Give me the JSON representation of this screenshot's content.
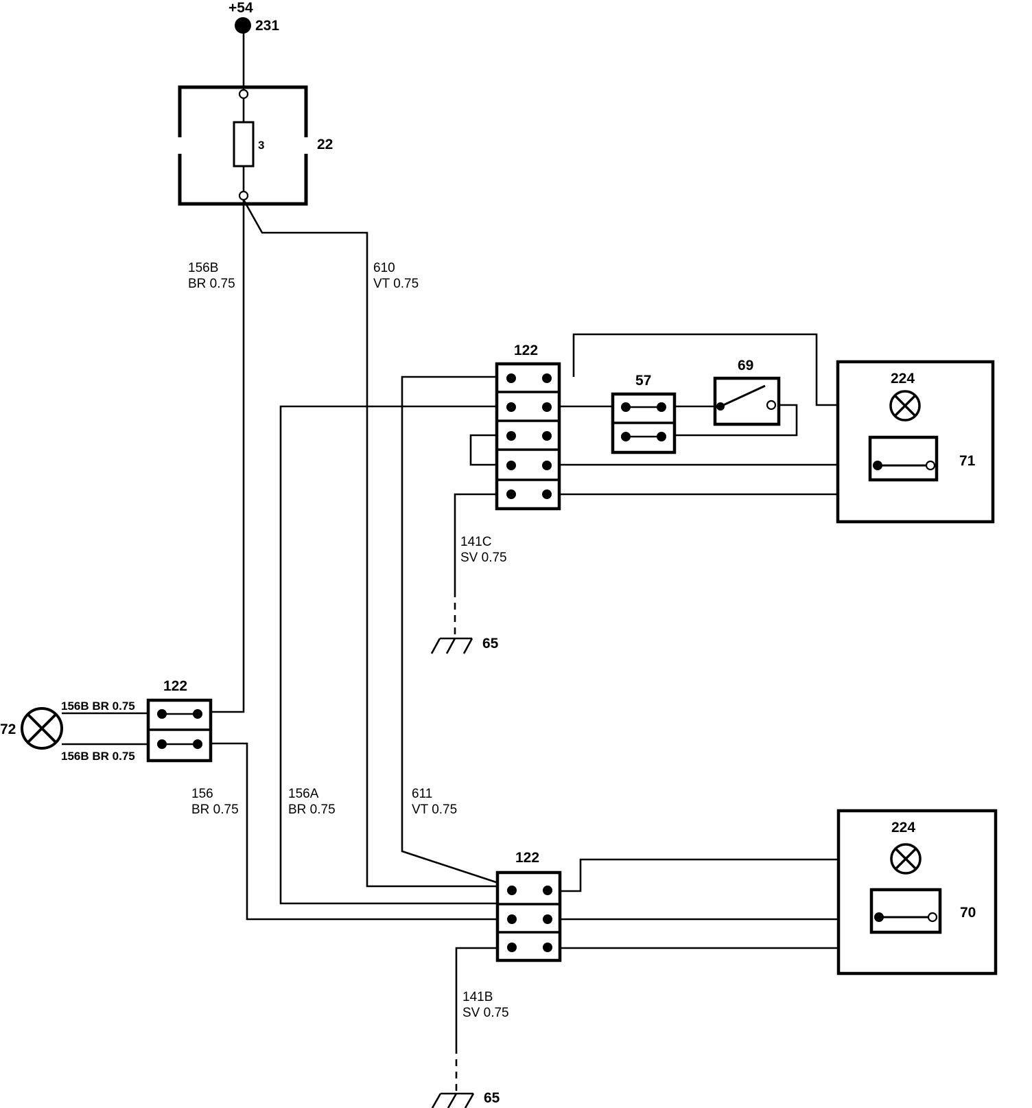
{
  "battery": {
    "voltage": "+54",
    "ref": "231"
  },
  "fusebox": {
    "ref": "22",
    "fuse": "3"
  },
  "wires": {
    "w156B_top": {
      "code": "156B",
      "spec": "BR 0.75"
    },
    "w610": {
      "code": "610",
      "spec": "VT 0.75"
    },
    "w141C": {
      "code": "141C",
      "spec": "SV 0.75"
    },
    "w156B_a": "156B BR 0.75",
    "w156B_b": "156B BR 0.75",
    "w156": {
      "code": "156",
      "spec": "BR 0.75"
    },
    "w156A": {
      "code": "156A",
      "spec": "BR 0.75"
    },
    "w611": {
      "code": "611",
      "spec": "VT 0.75"
    },
    "w141B": {
      "code": "141B",
      "spec": "SV 0.75"
    }
  },
  "connectors": {
    "upper": "122",
    "left": "122",
    "lower": "122",
    "c57": "57"
  },
  "components": {
    "switch69": "69",
    "lamp_upper": "224",
    "module_upper": "71",
    "lamp_lower": "224",
    "module_lower": "70",
    "lamp_left": "72"
  },
  "grounds": {
    "upper": "65",
    "lower": "65"
  }
}
